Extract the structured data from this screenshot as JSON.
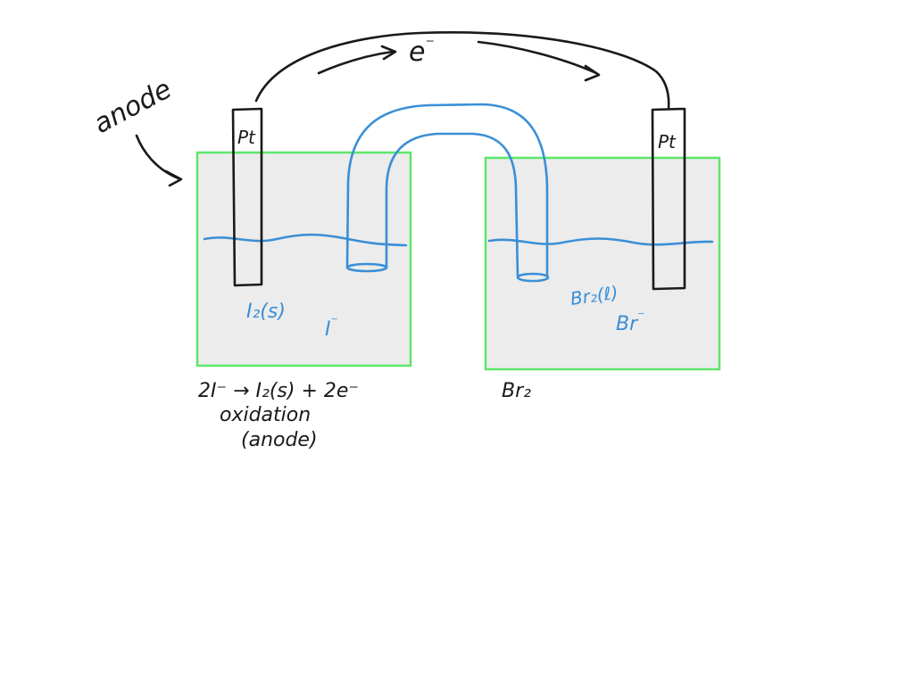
{
  "colors": {
    "ink_black": "#1a1a1a",
    "ink_blue": "#3a8fd6",
    "beaker_border": "#5ee66a",
    "solution_fill": "#ececec"
  },
  "labels": {
    "anode_note": "anode",
    "electron": "e",
    "electron_charge": "⁻",
    "left_electrode": "Pt",
    "right_electrode": "Pt",
    "left_species_1": "I₂(s)",
    "left_species_2": "I",
    "left_species_2_charge": "⁻",
    "right_species_1": "Br₂(ℓ)",
    "right_species_2": "Br",
    "right_species_2_charge": "⁻",
    "half_reaction": "2I⁻ → I₂(s) + 2e⁻",
    "process": "oxidation",
    "process_role": "(anode)",
    "right_label": "Br₂"
  },
  "icons": {
    "wire": "wire-arrow-icon",
    "anode_pointer": "pointer-arrow-icon",
    "salt_bridge": "salt-bridge-icon"
  }
}
